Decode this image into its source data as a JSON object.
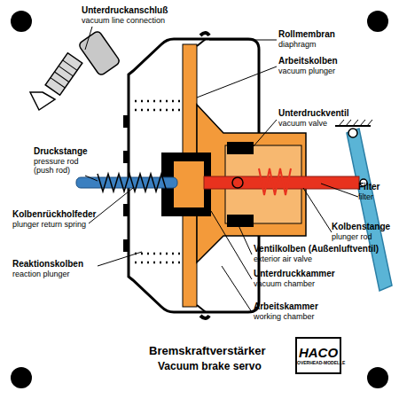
{
  "diagram": {
    "title": "Bremskraftverstärker",
    "caption": "Vacuum brake servo",
    "nodes": [
      {
        "text": [
          "HACO",
          "OVERHEAD-MODELLE"
        ]
      }
    ],
    "labels": [
      "Unterdruckanschluß",
      "vacuum line connection",
      "Rollmembran",
      "diaphragm",
      "Arbeitskolben",
      "vacuum plunger",
      "Unterdruckventil",
      "vacuum valve",
      "Druckstange",
      "pressure rod (push rod)",
      "Filter",
      "filter",
      "Kolbenrückholfeder",
      "plunger return spring",
      "Kolbenstange",
      "plunger rod",
      "Ventilkolben (Außenluftventil)",
      "exterior air valve",
      "Reaktionskolben",
      "reaction plunger",
      "Unterdruckkammer",
      "vacuum chamber",
      "Arbeitskammer",
      "working chamber"
    ]
  }
}
